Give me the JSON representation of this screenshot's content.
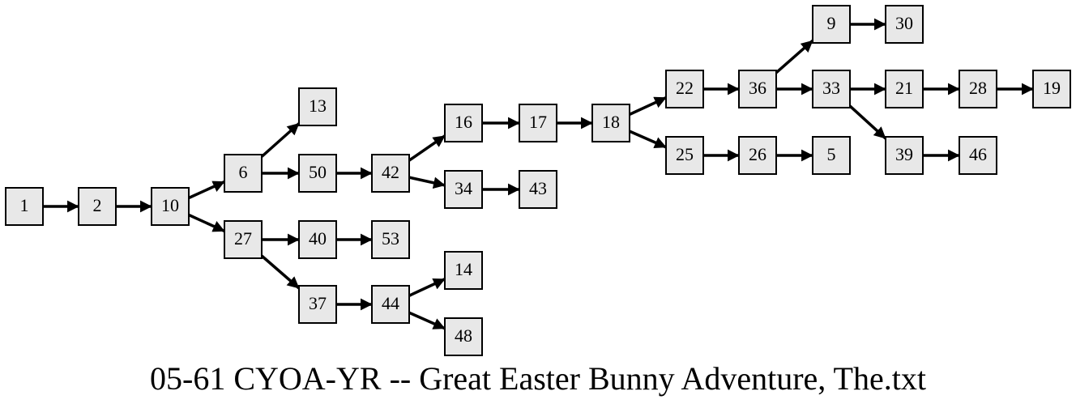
{
  "caption": "05-61 CYOA-YR -- Great Easter Bunny Adventure, The.txt",
  "nodes": [
    "1",
    "2",
    "10",
    "6",
    "27",
    "13",
    "50",
    "40",
    "37",
    "42",
    "53",
    "44",
    "16",
    "34",
    "14",
    "48",
    "17",
    "43",
    "18",
    "22",
    "25",
    "36",
    "26",
    "9",
    "33",
    "5",
    "30",
    "21",
    "39",
    "28",
    "46",
    "19"
  ],
  "edges": [
    [
      "1",
      "2"
    ],
    [
      "2",
      "10"
    ],
    [
      "10",
      "6"
    ],
    [
      "10",
      "27"
    ],
    [
      "6",
      "13"
    ],
    [
      "6",
      "50"
    ],
    [
      "50",
      "42"
    ],
    [
      "42",
      "16"
    ],
    [
      "42",
      "34"
    ],
    [
      "34",
      "43"
    ],
    [
      "16",
      "17"
    ],
    [
      "17",
      "18"
    ],
    [
      "18",
      "22"
    ],
    [
      "18",
      "25"
    ],
    [
      "22",
      "36"
    ],
    [
      "36",
      "9"
    ],
    [
      "36",
      "33"
    ],
    [
      "9",
      "30"
    ],
    [
      "33",
      "21"
    ],
    [
      "33",
      "39"
    ],
    [
      "21",
      "28"
    ],
    [
      "28",
      "19"
    ],
    [
      "39",
      "46"
    ],
    [
      "25",
      "26"
    ],
    [
      "26",
      "5"
    ],
    [
      "27",
      "40"
    ],
    [
      "27",
      "37"
    ],
    [
      "40",
      "53"
    ],
    [
      "37",
      "44"
    ],
    [
      "44",
      "14"
    ],
    [
      "44",
      "48"
    ]
  ],
  "colors": {
    "node_fill": "#e8e8e8",
    "stroke": "#000000"
  }
}
